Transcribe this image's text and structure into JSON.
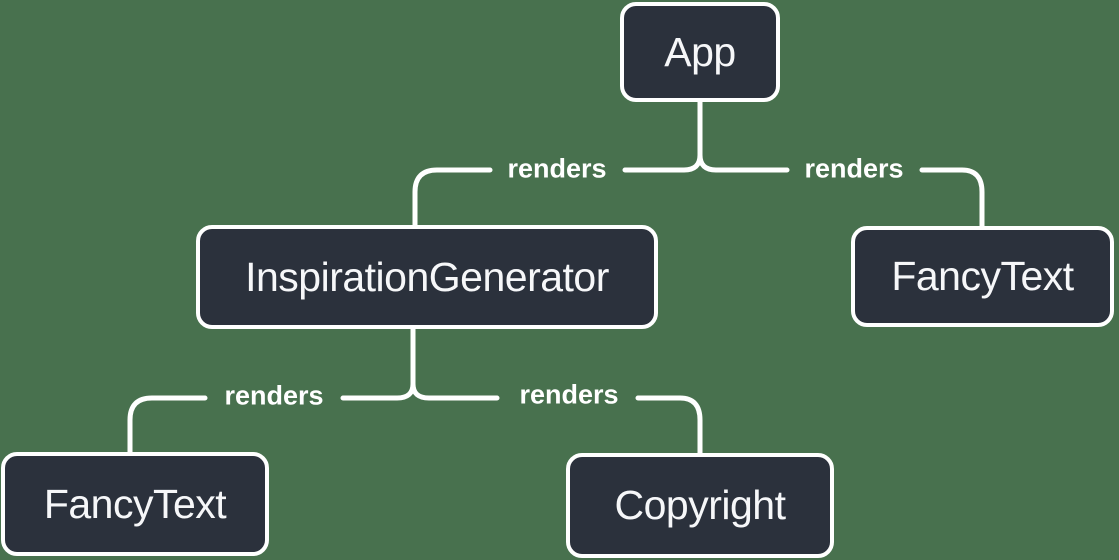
{
  "diagram": {
    "type": "component-render-tree",
    "background_color": "#48714e",
    "node_fill_color": "#2b313c",
    "node_border_color": "#ffffff",
    "node_text_color": "#f6f7f9",
    "line_color": "#ffffff",
    "nodes": [
      {
        "id": "app",
        "label": "App"
      },
      {
        "id": "inspiration-generator",
        "label": "InspirationGenerator"
      },
      {
        "id": "fancy-text-top",
        "label": "FancyText"
      },
      {
        "id": "fancy-text-bottom",
        "label": "FancyText"
      },
      {
        "id": "copyright",
        "label": "Copyright"
      }
    ],
    "edges": [
      {
        "from": "App",
        "to": "InspirationGenerator",
        "label": "renders"
      },
      {
        "from": "App",
        "to": "FancyText",
        "label": "renders"
      },
      {
        "from": "InspirationGenerator",
        "to": "FancyText",
        "label": "renders"
      },
      {
        "from": "InspirationGenerator",
        "to": "Copyright",
        "label": "renders"
      }
    ]
  }
}
